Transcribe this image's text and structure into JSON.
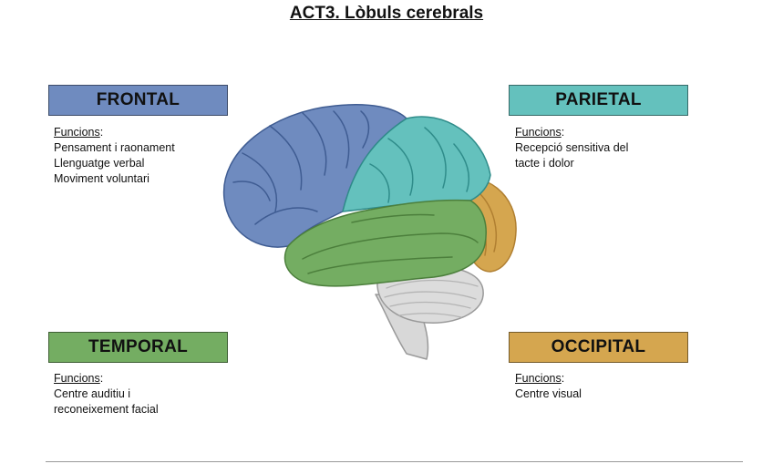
{
  "title": "ACT3. Lòbuls cerebrals",
  "colors": {
    "frontal": "#6f8bbf",
    "parietal": "#64c1bd",
    "temporal": "#74ad62",
    "occipital": "#d5a64f"
  },
  "lobes": {
    "frontal": {
      "name": "FRONTAL",
      "label": "Funcions",
      "colon": ":",
      "lines": [
        "Pensament i raonament",
        "Llenguatge verbal",
        "Moviment voluntari"
      ]
    },
    "parietal": {
      "name": "PARIETAL",
      "label": "Funcions",
      "colon": ":",
      "lines": [
        "Recepció sensitiva del",
        "tacte i dolor"
      ]
    },
    "temporal": {
      "name": "TEMPORAL",
      "label": "Funcions",
      "colon": ":",
      "lines": [
        "Centre auditiu i",
        "reconeixement facial"
      ]
    },
    "occipital": {
      "name": "OCCIPITAL",
      "label": "Funcions",
      "colon": ":",
      "lines": [
        "Centre visual"
      ]
    }
  }
}
